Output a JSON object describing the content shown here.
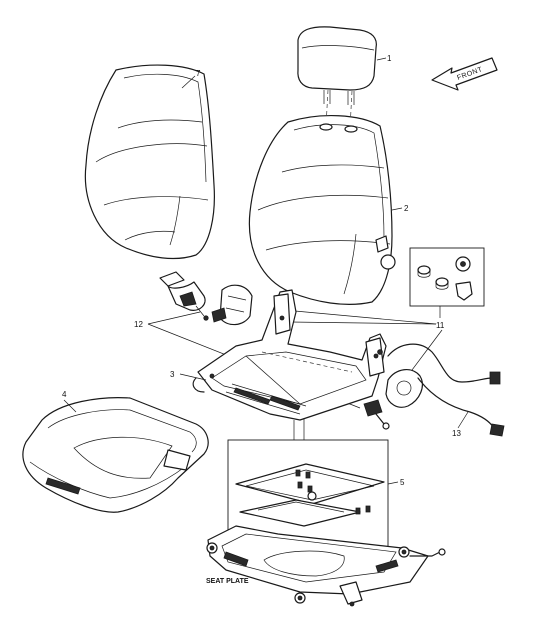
{
  "front_label": "FRONT",
  "seat_plate_label": "SEAT PLATE",
  "callouts": {
    "headrest": "1",
    "backrest_cover": "2",
    "seat_frame": "3",
    "seat_cushion": "4",
    "seat_plate": "5",
    "backrest_cushion": "7",
    "clip_kit": "11",
    "seat_belt": "12",
    "harness": "13"
  }
}
